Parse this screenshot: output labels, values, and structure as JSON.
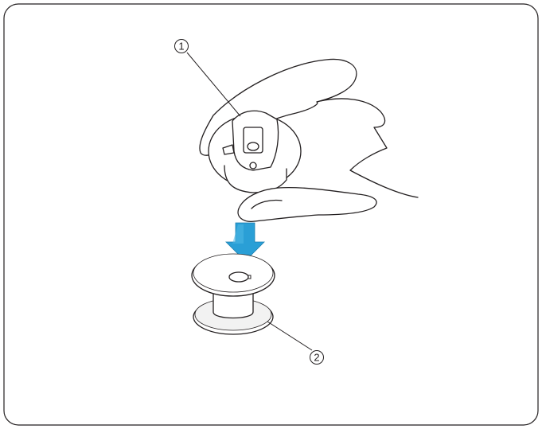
{
  "callouts": [
    {
      "number": "1",
      "glyph": "①"
    },
    {
      "number": "2",
      "glyph": "②"
    }
  ],
  "colors": {
    "outline": "#231f20",
    "frame": "#231f20",
    "arrow_fill": "#2a9fd6",
    "arrow_fill_light": "#4fb8e6",
    "paper": "#ffffff",
    "shade": "#e8e8e8"
  },
  "parts": {
    "bobbin_case": "bobbin-case",
    "bobbin": "bobbin"
  }
}
